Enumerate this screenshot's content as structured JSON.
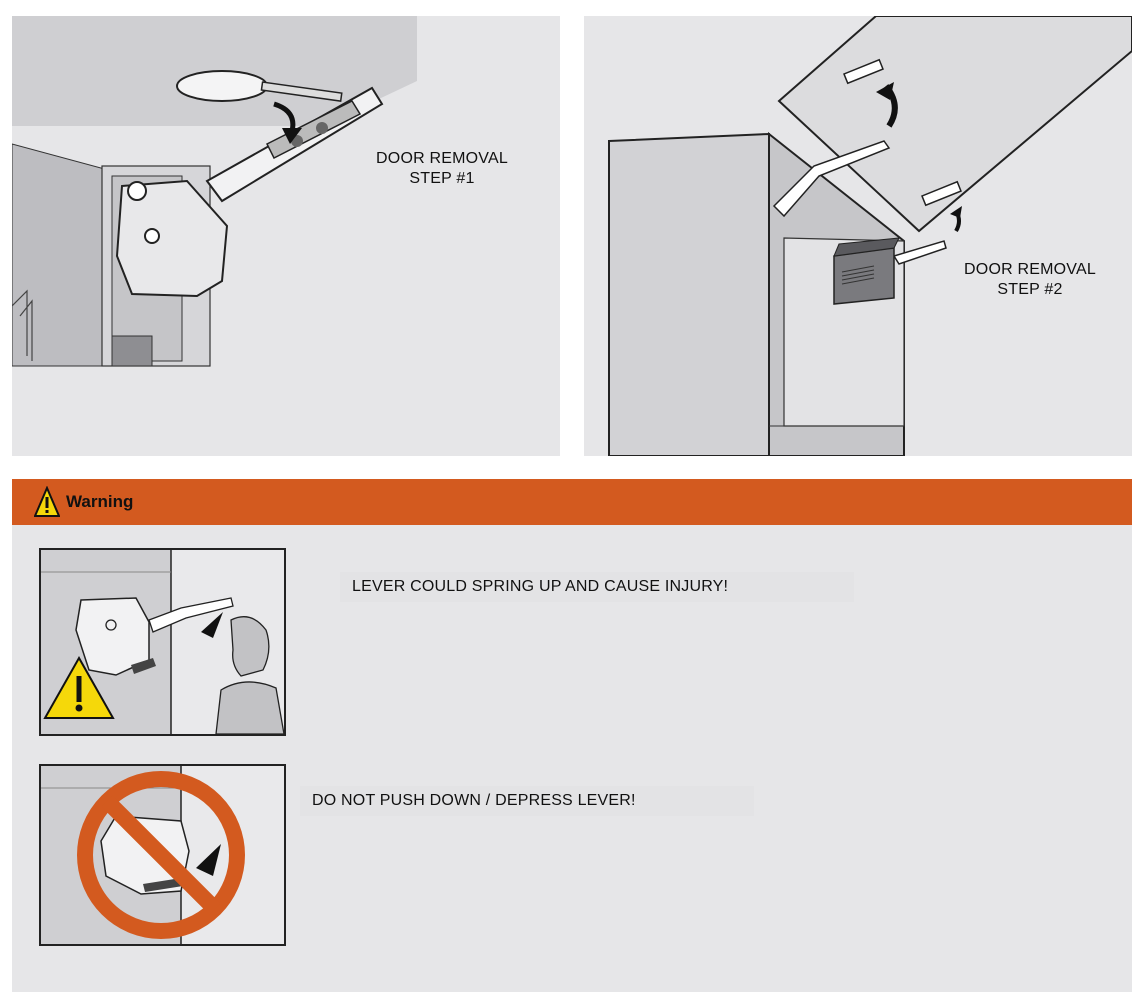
{
  "step1": {
    "line1": "DOOR REMOVAL",
    "line2": "STEP #1"
  },
  "step2": {
    "line1": "DOOR REMOVAL",
    "line2": "STEP #2"
  },
  "warning": {
    "title": "Warning",
    "icon": "warning-triangle-icon",
    "bar_color": "#d35a1f",
    "items": [
      {
        "text": "LEVER COULD SPRING UP AND CAUSE INJURY!",
        "icon": "warning-triangle-icon"
      },
      {
        "text": "DO NOT PUSH DOWN / DEPRESS LEVER!",
        "icon": "prohibited-icon"
      }
    ]
  },
  "colors": {
    "panel_bg": "#e6e6e8",
    "prohibit": "#d35a1f",
    "hazard_yellow": "#f5d80a"
  }
}
